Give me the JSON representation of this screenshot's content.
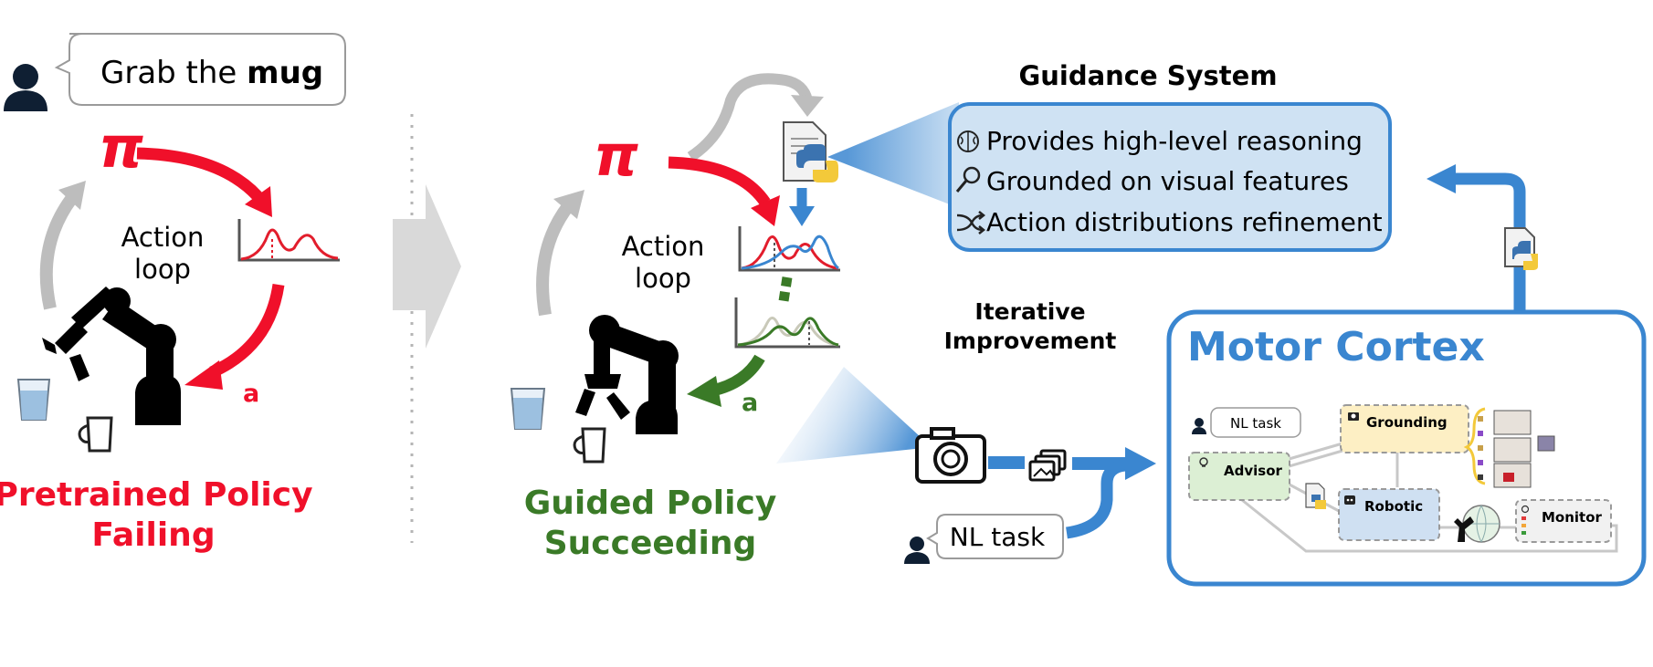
{
  "left": {
    "speech_text_prefix": "Grab the ",
    "speech_text_bold": "mug",
    "pi_symbol": "π",
    "loop_line1": "Action",
    "loop_line2": "loop",
    "action_symbol": "a",
    "caption_line1": "Pretrained Policy",
    "caption_line2": "Failing"
  },
  "middle": {
    "pi_symbol": "π",
    "loop_line1": "Action",
    "loop_line2": "loop",
    "action_symbol": "a",
    "caption_line1": "Guided Policy",
    "caption_line2": "Succeeding",
    "iterative_line1": "Iterative",
    "iterative_line2": "Improvement",
    "nl_task": "NL task"
  },
  "guidance": {
    "title": "Guidance System",
    "items": [
      {
        "icon": "brain-icon",
        "text": "Provides high-level reasoning"
      },
      {
        "icon": "magnifier-icon",
        "text": "Grounded on visual features"
      },
      {
        "icon": "shuffle-icon",
        "text": "Action distributions refinement"
      }
    ]
  },
  "motor_cortex": {
    "title": "Motor Cortex",
    "nl_task": "NL task",
    "advisor": "Advisor",
    "grounding": "Grounding",
    "robotic": "Robotic",
    "monitor": "Monitor"
  },
  "colors": {
    "red": "#f0102a",
    "green": "#3a7a27",
    "blue": "#3a86d0",
    "light_blue_fill": "#cfe2f3",
    "gray_arrow": "#bdbdbd",
    "advisor_fill": "#dcefd4",
    "grounding_fill": "#fdefc4",
    "robotic_fill": "#cfe0f2",
    "monitor_fill": "#f1f1f1"
  }
}
